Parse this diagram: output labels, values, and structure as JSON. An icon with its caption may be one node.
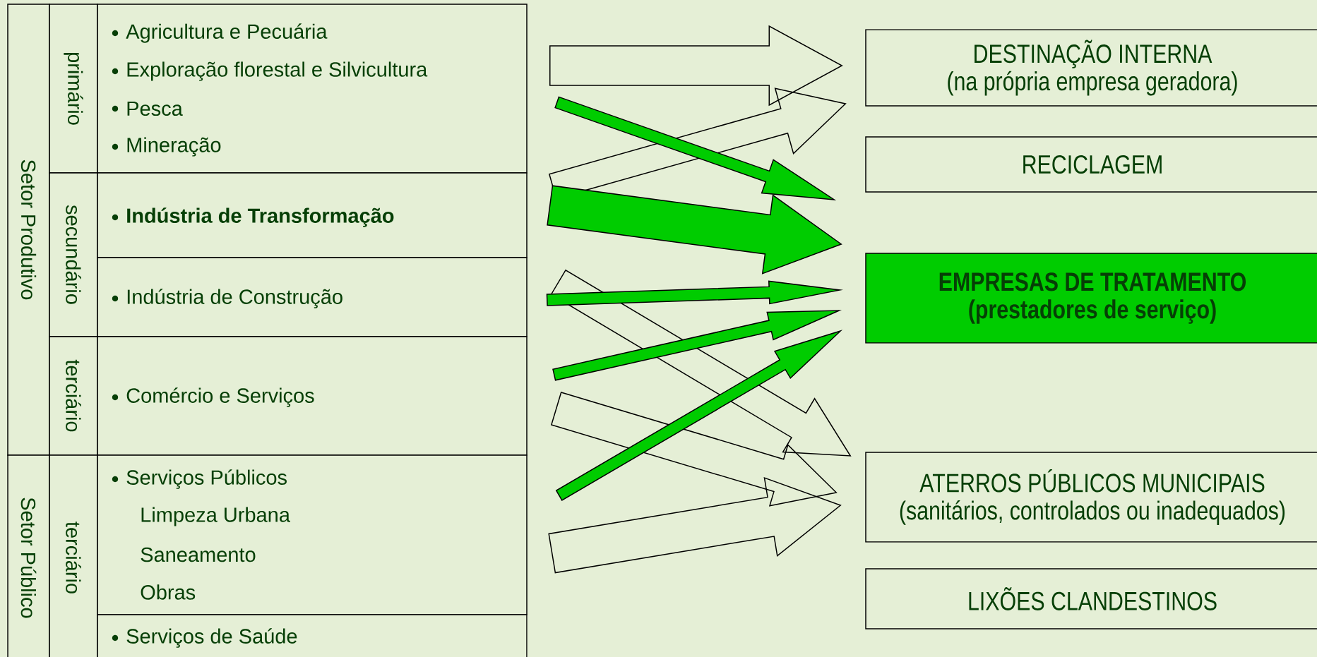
{
  "diagram": {
    "nodes": [
      {
        "text": [
          "Setor Produtivo"
        ]
      },
      {
        "text": [
          "Setor Público"
        ]
      },
      {
        "text": [
          "primário"
        ]
      },
      {
        "text": [
          "secundário"
        ]
      },
      {
        "text": [
          "terciário"
        ]
      },
      {
        "text": [
          "terciário"
        ]
      },
      {
        "text": [
          "Agricultura e Pecuária",
          "Exploração florestal e Silvicultura",
          "Pesca",
          "Mineração"
        ]
      },
      {
        "text": [
          "Indústria de Transformação"
        ]
      },
      {
        "text": [
          "Indústria de Construção"
        ]
      },
      {
        "text": [
          "Comércio e Serviços"
        ]
      },
      {
        "text": [
          "Serviços Públicos",
          "Limpeza Urbana",
          "Saneamento",
          "Obras"
        ]
      },
      {
        "text": [
          "Serviços de Saúde"
        ]
      },
      {
        "text": [
          "DESTINAÇÃO INTERNA",
          "(na própria empresa geradora)"
        ]
      },
      {
        "text": [
          "RECICLAGEM"
        ]
      },
      {
        "text": [
          "EMPRESAS DE TRATAMENTO",
          "(prestadores de serviço)"
        ]
      },
      {
        "text": [
          "ATERROS PÚBLICOS MUNICIPAIS",
          "(sanitários, controlados ou inadequados)"
        ]
      },
      {
        "text": [
          "LIXÕES CLANDESTINOS"
        ]
      }
    ],
    "edges": [
      {
        "from": 6,
        "to": 12,
        "arrow": "to"
      },
      {
        "from": 6,
        "to": 13,
        "arrow": "to",
        "color": "#00cc00"
      },
      {
        "from": 7,
        "to": 12,
        "arrow": "to"
      },
      {
        "from": 7,
        "to": 14,
        "arrow": "to",
        "color": "#00cc00"
      },
      {
        "from": 8,
        "to": 15,
        "arrow": "to"
      },
      {
        "from": 8,
        "to": 14,
        "arrow": "to",
        "color": "#00cc00"
      },
      {
        "from": 9,
        "to": 14,
        "arrow": "to",
        "color": "#00cc00"
      },
      {
        "from": 9,
        "to": 15,
        "arrow": "to"
      },
      {
        "from": 10,
        "to": 14,
        "arrow": "to",
        "color": "#00cc00"
      },
      {
        "from": 10,
        "to": 15,
        "arrow": "to"
      }
    ]
  }
}
